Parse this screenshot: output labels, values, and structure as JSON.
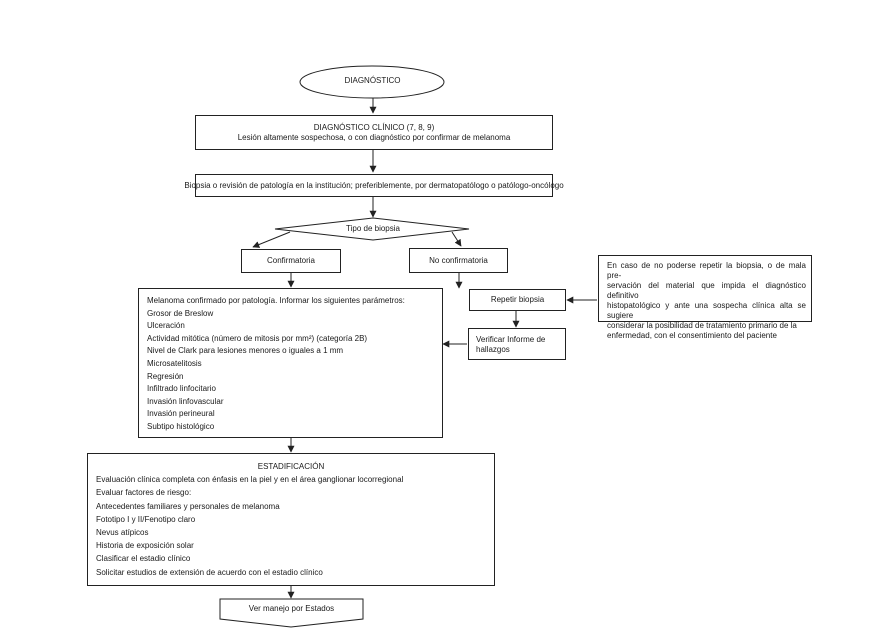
{
  "start": {
    "label": "DIAGNÓSTICO"
  },
  "clinical": {
    "title": "DIAGNÓSTICO CLÍNICO (7, 8, 9)",
    "text": "Lesión altamente sospechosa, o con diagnóstico por confirmar de melanoma"
  },
  "biopsy_review": {
    "text": "Biopsia o revisión de patología en la institución; preferiblemente, por dermatopatólogo o patólogo-oncólogo"
  },
  "decision": {
    "label": "Tipo de biopsia"
  },
  "confirmatoria": {
    "label": "Confirmatoria"
  },
  "no_confirmatoria": {
    "label": "No confirmatoria"
  },
  "side_note": {
    "lines": [
      "En caso de no poderse repetir la biopsia, o de mala pre-",
      "servación del material que impida el diagnóstico definitivo",
      "histopatológico y ante una sospecha clínica alta se sugiere",
      "considerar la posibilidad de tratamiento primario de la",
      "enfermedad, con el consentimiento del paciente"
    ]
  },
  "repeat_biopsy": {
    "label": "Repetir biopsia"
  },
  "verify_report": {
    "lines": [
      "Verificar Informe de",
      "hallazgos"
    ]
  },
  "pathology": {
    "items": [
      "Melanoma confirmado por patología. Informar los siguientes parámetros:",
      "Grosor de Breslow",
      "Ulceración",
      "Actividad mitótica (número de mitosis por mm²) (categoría 2B)",
      "Nivel de Clark para lesiones menores o iguales a 1 mm",
      "Microsatelitosis",
      "Regresión",
      "Infiltrado linfocitario",
      "Invasión linfovascular",
      "Invasión perineural",
      "Subtipo histológico"
    ]
  },
  "staging": {
    "title": "ESTADIFICACIÓN",
    "items": [
      "Evaluación clínica completa con énfasis en la piel y en el área ganglionar locorregional",
      "Evaluar factores de riesgo:",
      "Antecedentes familiares y personales de melanoma",
      "Fototipo I y II/Fenotipo claro",
      "Nevus atípicos",
      "Historia de exposición solar",
      "Clasificar el estadio clínico",
      "Solicitar estudios de extensión de acuerdo con el estadio clínico"
    ]
  },
  "next": {
    "label": "Ver manejo por Estados"
  }
}
